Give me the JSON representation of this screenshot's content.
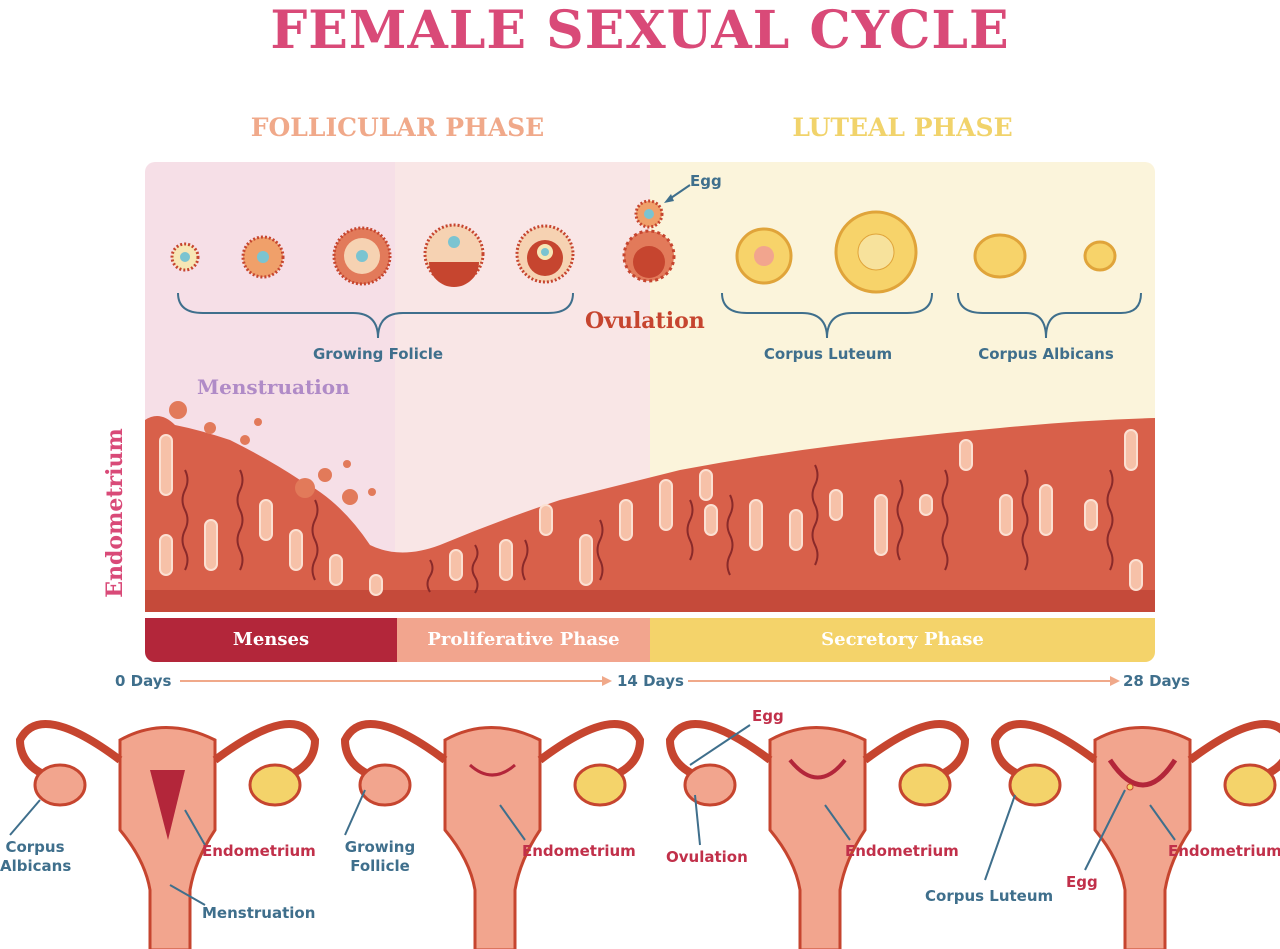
{
  "title": "FEMALE SEXUAL CYCLE",
  "phases": {
    "follicular": "FOLLICULAR PHASE",
    "luteal": "LUTEAL PHASE"
  },
  "ovary": {
    "egg": "Egg",
    "ovulation": "Ovulation",
    "growing_follicle": "Growing Folicle",
    "corpus_luteum": "Corpus Luteum",
    "corpus_albicans": "Corpus Albicans"
  },
  "uterus_section": {
    "menstruation": "Menstruation",
    "endometrium_axis": "Endometrium"
  },
  "bar": {
    "menses": "Menses",
    "proliferative": "Proliferative Phase",
    "secretory": "Secretory Phase"
  },
  "timeline": {
    "start": "0 Days",
    "middle": "14 Days",
    "end": "28 Days"
  },
  "uteri": [
    {
      "left_label": "Corpus\nAlbicans",
      "right_label": "Endometrium",
      "bottom_label": "Menstruation"
    },
    {
      "left_label": "Growing\nFollicle",
      "right_label": "Endometrium"
    },
    {
      "top_label": "Egg",
      "left_label": "Ovulation",
      "right_label": "Endometrium"
    },
    {
      "left_label": "Corpus Luteum",
      "mid_label": "Egg",
      "right_label": "Endometrium"
    }
  ],
  "colors": {
    "title": "#d94a78",
    "follicular": "#f0a98a",
    "luteal": "#f1d36b",
    "menses_bar": "#b3263a",
    "proliferative_bar": "#f2a58e",
    "secretory_bar": "#f4d36a",
    "label_blue": "#3f6f8c",
    "label_red": "#c1304a"
  }
}
